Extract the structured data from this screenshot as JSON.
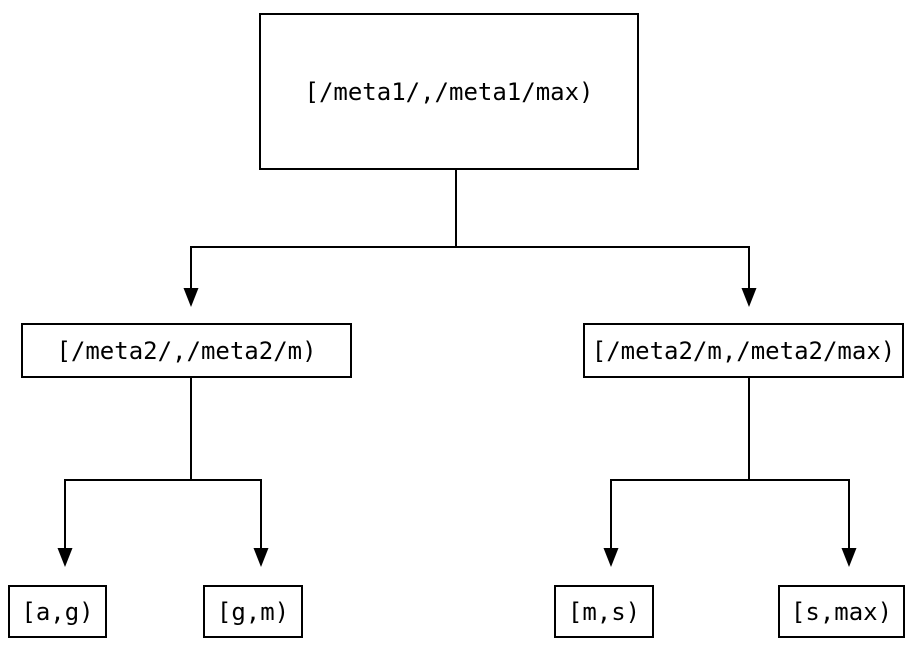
{
  "tree": {
    "root": {
      "label": "[/meta1/,/meta1/max)",
      "children": [
        {
          "label": "[/meta2/,/meta2/m)",
          "children": [
            {
              "label": "[a,g)"
            },
            {
              "label": "[g,m)"
            }
          ]
        },
        {
          "label": "[/meta2/m,/meta2/max)",
          "children": [
            {
              "label": "[m,s)"
            },
            {
              "label": "[s,max)"
            }
          ]
        }
      ]
    },
    "colors": {
      "line": "#000000",
      "background": "#ffffff",
      "box_border": "#000000",
      "text": "#000000"
    }
  }
}
